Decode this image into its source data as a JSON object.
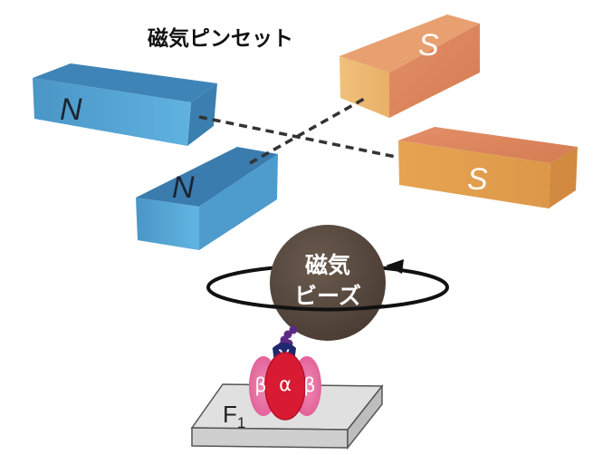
{
  "title": "磁気ピンセット",
  "magnets": {
    "n_pole_label": "N",
    "s_pole_label": "S"
  },
  "bead": {
    "line1": "磁気",
    "line2": "ビーズ"
  },
  "motor": {
    "gamma_label": "γ",
    "alpha_label": "α",
    "beta_label": "β"
  },
  "substrate": {
    "label": "F",
    "subscript": "1"
  },
  "colors": {
    "magnet_n": "#5aa9d6",
    "magnet_s": "#e2a55a",
    "bead": "#5a4a3f",
    "alpha": "#d91e34",
    "beta": "#e8699a",
    "gamma": "#1f2a6e",
    "substrate": "#d9d9d9"
  }
}
